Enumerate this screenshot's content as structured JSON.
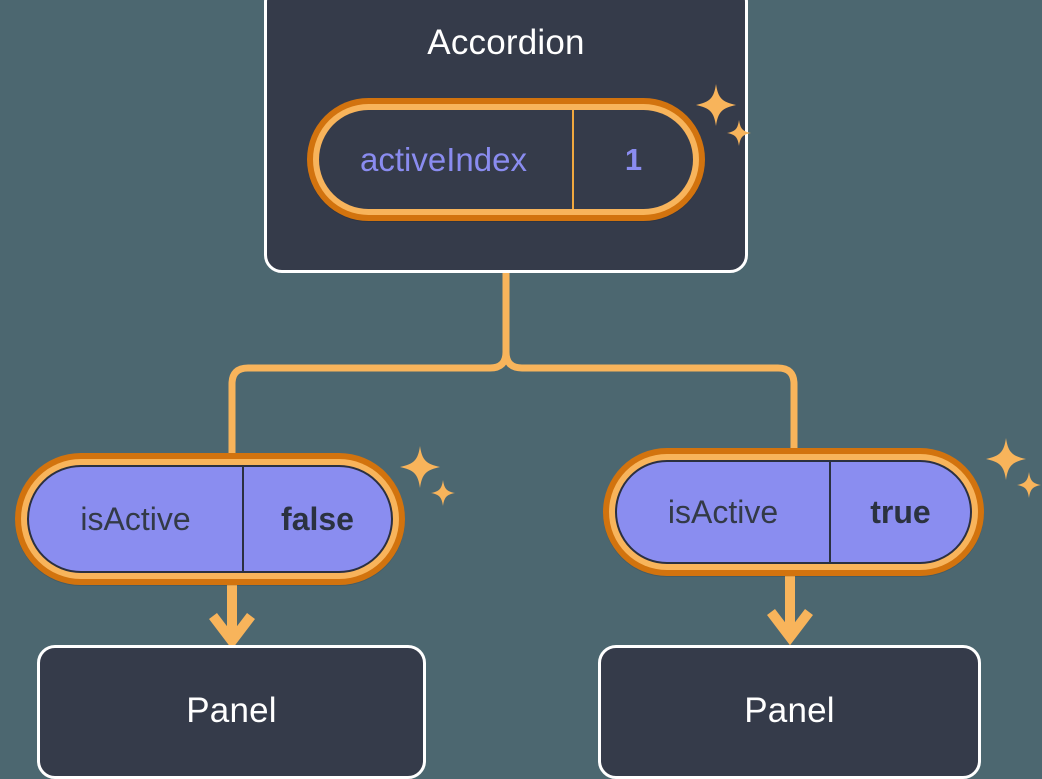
{
  "theme": {
    "background": "#4c6770",
    "card_fill": "#353b4a",
    "card_border": "#ffffff",
    "pill_outer_ring": "#d2730e",
    "pill_inner_ring": "#f8b45b",
    "pill_purple_fill": "#8a8df0",
    "pill_dark_fill": "#353b4a",
    "accent_purple_text": "#8a8cf0",
    "dark_text": "#333a47",
    "connector": "#f8b45b",
    "sparkle": "#f8b45b"
  },
  "diagram": {
    "type": "component-state-tree",
    "root": {
      "name": "accordion-card",
      "title": "Accordion",
      "state_pill": {
        "key": "activeIndex",
        "value": "1",
        "variant": "dark",
        "sparkle": true
      }
    },
    "branches": [
      {
        "name": "left-branch",
        "prop_pill": {
          "key": "isActive",
          "value": "false",
          "variant": "purple",
          "sparkle": true
        },
        "child": {
          "name": "panel-card-left",
          "title": "Panel"
        }
      },
      {
        "name": "right-branch",
        "prop_pill": {
          "key": "isActive",
          "value": "true",
          "variant": "purple",
          "sparkle": true
        },
        "child": {
          "name": "panel-card-right",
          "title": "Panel"
        }
      }
    ]
  }
}
